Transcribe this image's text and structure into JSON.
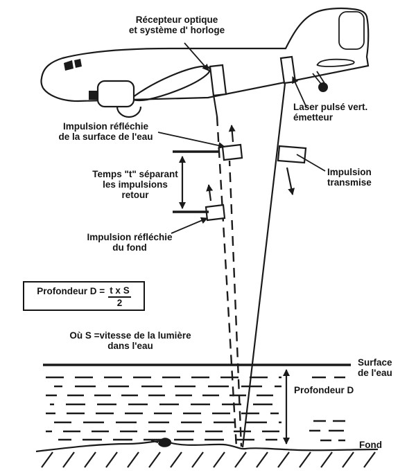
{
  "labels": {
    "receiver": [
      "Récepteur optique",
      "et système d' horloge"
    ],
    "laser": [
      "Laser pulsé vert.",
      "émetteur"
    ],
    "surface_pulse": [
      "Impulsion réfléchie",
      "de la surface de l'eau"
    ],
    "time": [
      "Temps \"t\" séparant",
      "les impulsions",
      "retour"
    ],
    "bottom_pulse": [
      "Impulsion réfléchie",
      "du fond"
    ],
    "transmitted": [
      "Impulsion",
      "transmise"
    ],
    "water_surface": [
      "Surface",
      "de l'eau"
    ],
    "depth": "Profondeur D",
    "seafloor": "Fond"
  },
  "formula": {
    "prefix": "Profondeur D =",
    "numerator": "t x S",
    "denominator": "2"
  },
  "note": [
    "Où S =vitesse de la lumière",
    "dans l'eau"
  ],
  "colors": {
    "ink": "#1a1a1a",
    "background": "#ffffff"
  }
}
